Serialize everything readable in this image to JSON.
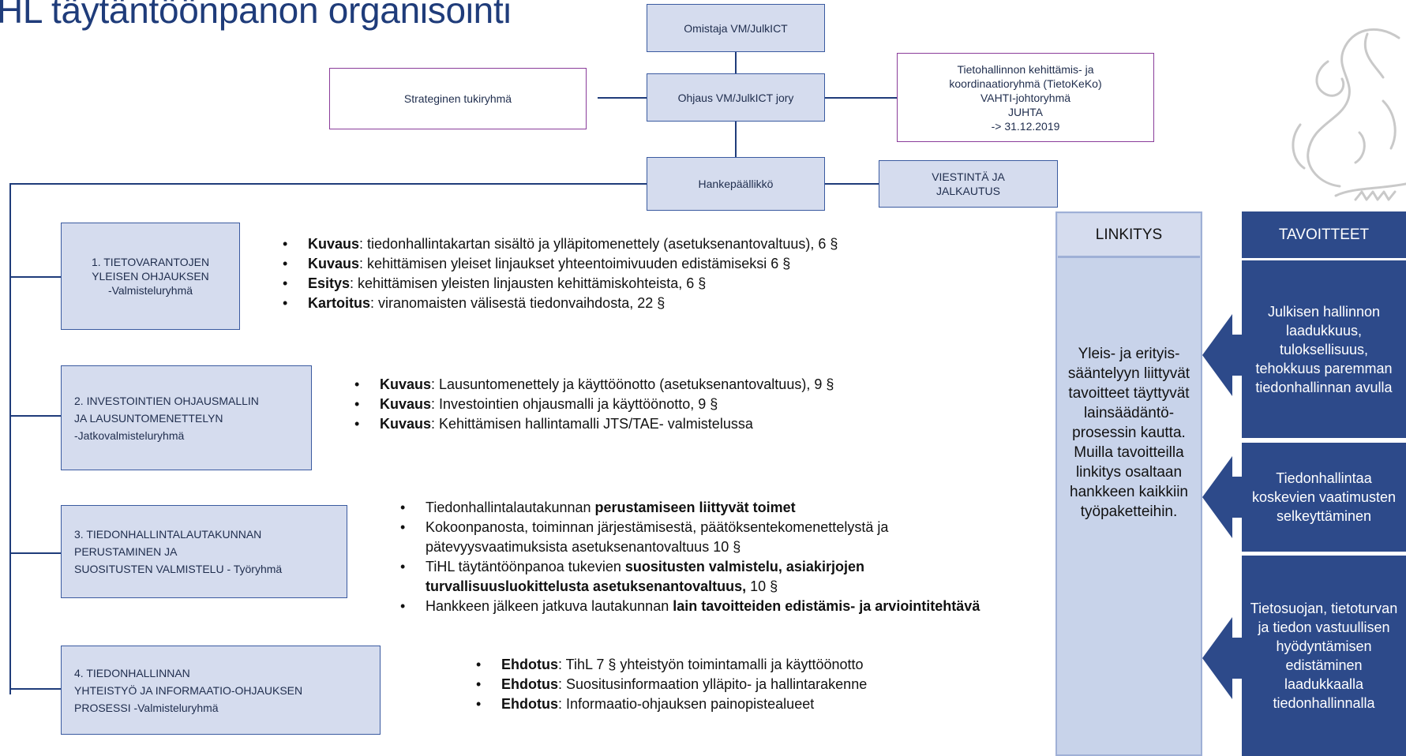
{
  "title": "HL täytäntöönpanon organisointi",
  "org": {
    "owner": "Omistaja VM/JulkICT",
    "steering": "Ohjaus VM/JulkICT jory",
    "strategic": "Strateginen tukiryhmä",
    "coord_lines": [
      "Tietohallinnon kehittämis- ja",
      "koordinaatioryhmä (TietoKeKo)",
      "VAHTI-johtoryhmä",
      "JUHTA",
      "-> 31.12.2019"
    ],
    "manager": "Hankepäällikkö",
    "comms_lines": [
      "VIESTINTÄ JA",
      "JALKAUTUS"
    ]
  },
  "groups": [
    {
      "lines": [
        "1. TIETOVARANTOJEN",
        "YLEISEN OHJAUKSEN",
        "-Valmisteluryhmä"
      ],
      "bullets": [
        {
          "bold": "Kuvaus",
          "text": ": tiedonhallintakartan sisältö ja ylläpitomenettely (asetuksenantovaltuus), 6 §"
        },
        {
          "bold": "Kuvaus",
          "text": ": kehittämisen yleiset linjaukset yhteentoimivuuden edistämiseksi 6 §"
        },
        {
          "bold": "Esitys",
          "text": ": kehittämisen yleisten linjausten kehittämiskohteista, 6 §"
        },
        {
          "bold": "Kartoitus",
          "text": ": viranomaisten välisestä tiedonvaihdosta, 22 §"
        }
      ]
    },
    {
      "lines": [
        "2. INVESTOINTIEN OHJAUSMALLIN",
        "JA LAUSUNTOMENETTELYN",
        "-Jatkovalmisteluryhmä"
      ],
      "bullets": [
        {
          "bold": "Kuvaus",
          "text": ": Lausuntomenettely ja käyttöönotto (asetuksenantovaltuus), 9 §"
        },
        {
          "bold": "Kuvaus",
          "text": ": Investointien ohjausmalli ja käyttöönotto, 9 §"
        },
        {
          "bold": "Kuvaus",
          "text": ": Kehittämisen hallintamalli JTS/TAE- valmistelussa"
        }
      ]
    },
    {
      "lines": [
        "3. TIEDONHALLINTALAUTAKUNNAN",
        "PERUSTAMINEN JA",
        "SUOSITUSTEN VALMISTELU - Työryhmä"
      ],
      "bullets": [
        {
          "pre": "Tiedonhallintalautakunnan ",
          "bold": "perustamiseen liittyvät toimet",
          "text": ""
        },
        {
          "pre": "Kokoonpanosta, toiminnan järjestämisestä, päätöksentekomenettelystä ja pätevyysvaatimuksista asetuksenantovaltuus 10 §",
          "bold": "",
          "text": ""
        },
        {
          "pre": "TiHL täytäntöönpanoa tukevien ",
          "bold": "suositusten valmistelu, asiakirjojen turvallisuusluokittelusta asetuksenantovaltuus,",
          "text": " 10 §"
        },
        {
          "pre": "Hankkeen jälkeen jatkuva lautakunnan ",
          "bold": "lain tavoitteiden edistämis- ja arviointitehtävä",
          "text": ""
        }
      ]
    },
    {
      "lines": [
        "4. TIEDONHALLINNAN",
        "YHTEISTYÖ JA INFORMAATIO-OHJAUKSEN",
        "PROSESSI -Valmisteluryhmä"
      ],
      "bullets": [
        {
          "bold": "Ehdotus",
          "text": ": TihL 7 § yhteistyön toimintamalli ja käyttöönotto"
        },
        {
          "bold": "Ehdotus",
          "text": ": Suositusinformaation ylläpito- ja hallintarakenne"
        },
        {
          "bold": "Ehdotus",
          "text": ": Informaatio-ohjauksen painopistealueet"
        }
      ]
    }
  ],
  "linkitys": {
    "header": "LINKITYS",
    "body": "Yleis- ja erityis-sääntelyyn liittyvät tavoitteet täyttyvät lainsäädäntö-prosessin kautta. Muilla tavoitteilla linkitys osaltaan hankkeen kaikkiin työpaketteihin."
  },
  "tavoitteet": {
    "header": "TAVOITTEET",
    "items": [
      "Julkisen hallinnon laadukkuus, tuloksellisuus, tehokkuus paremman tiedonhallinnan avulla",
      "Tiedonhallintaa koskevien vaatimusten selkeyttäminen",
      "Tietosuojan, tietoturvan ja tiedon vastuullisen hyödyntämisen edistäminen laadukkaalla tiedonhallinnalla"
    ]
  },
  "colors": {
    "dark_blue": "#2d4a8a",
    "light_blue": "#d5dcee",
    "link_col": "#c8d3ea",
    "purple": "#8a3c9a"
  }
}
